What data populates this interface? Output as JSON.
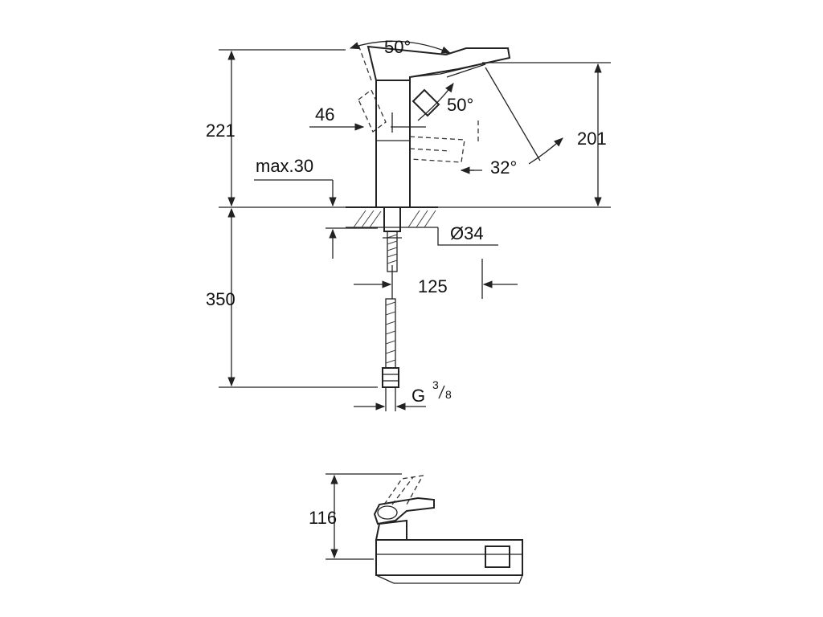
{
  "diagram": {
    "dimensions": {
      "height_total": "221",
      "lever_angle_top": "50°",
      "lever_angle_side": "50°",
      "spout_offset": "46",
      "spout_height": "201",
      "spout_angle": "32°",
      "deck_thickness": "max.30",
      "hole_diameter": "Ø34",
      "hose_length": "350",
      "projection": "125",
      "connection_base": "G",
      "connection_num": "3",
      "connection_den": "8",
      "plan_height": "116"
    }
  }
}
